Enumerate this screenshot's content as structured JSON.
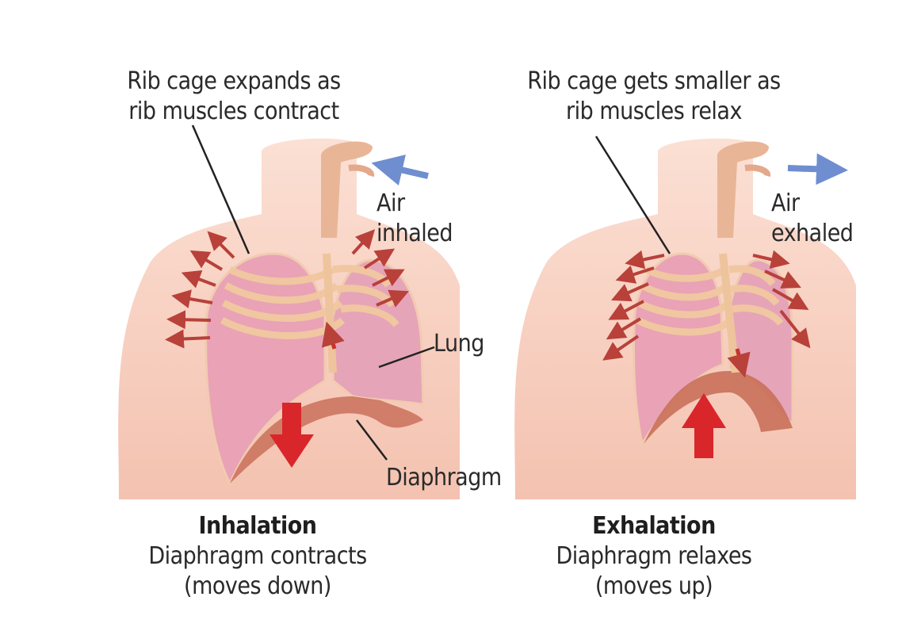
{
  "panels": [
    {
      "id": "inhalation",
      "caption_line1": "Rib cage expands as",
      "caption_line2": "rib muscles contract",
      "air_line1": "Air",
      "air_line2": "inhaled",
      "title": "Inhalation",
      "subtitle_line1": "Diaphragm contracts",
      "subtitle_line2": "(moves down)",
      "diaphragm_arrow": "down",
      "air_arrow": "in"
    },
    {
      "id": "exhalation",
      "caption_line1": "Rib cage gets smaller as",
      "caption_line2": "rib muscles relax",
      "air_line1": "Air",
      "air_line2": "exhaled",
      "title": "Exhalation",
      "subtitle_line1": "Diaphragm relaxes",
      "subtitle_line2": "(moves up)",
      "diaphragm_arrow": "up",
      "air_arrow": "out"
    }
  ],
  "shared_labels": {
    "lung": "Lung",
    "diaphragm": "Diaphragm"
  },
  "colors": {
    "skin": "#f6c9b8",
    "skin_dark": "#efb49f",
    "lung": "#e9a2b6",
    "rib": "#f2c9a0",
    "arrow_red": "#d9262b",
    "rib_arrow": "#b8413a",
    "air_arrow": "#6f8ed0",
    "diaphragm": "#c9705a"
  }
}
